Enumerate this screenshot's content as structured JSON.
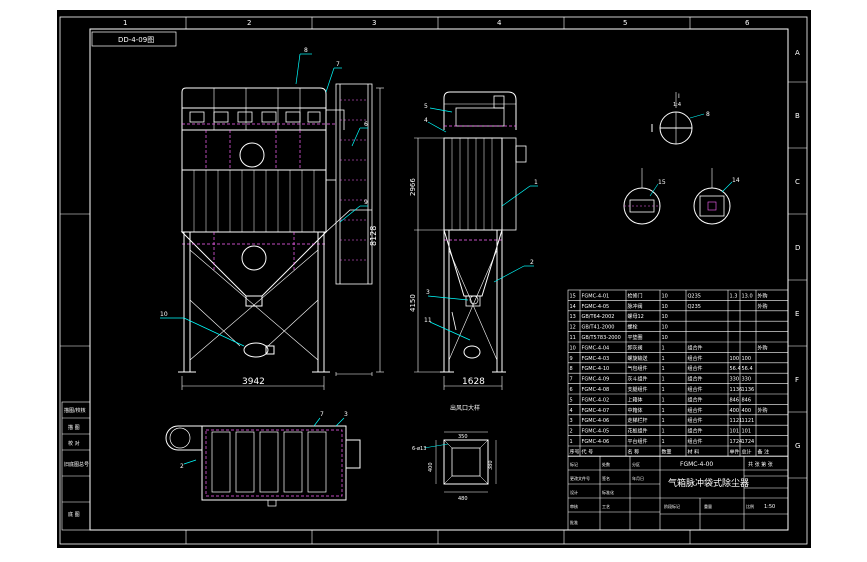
{
  "sheet": {
    "top_zone_labels": [
      "1",
      "2",
      "3",
      "4",
      "5",
      "6"
    ],
    "right_zone_labels": [
      "A",
      "B",
      "C",
      "D",
      "E",
      "F",
      "G"
    ],
    "corner_code": "DD-4-09图"
  },
  "front_view": {
    "width_dim": "3942",
    "height_dim": "8128",
    "part_labels": [
      "8",
      "7",
      "6",
      "9",
      "10"
    ]
  },
  "side_view": {
    "width_dim": "1628",
    "height_dim_upper": "2966",
    "height_dim_lower": "4150",
    "part_labels": [
      "5",
      "4",
      "1",
      "2",
      "3",
      "11"
    ]
  },
  "plan_view": {
    "part_labels": [
      "2",
      "7",
      "3"
    ]
  },
  "section_view": {
    "title": "出风口大样",
    "hole_label": "6-ø13",
    "dims": [
      "350",
      "380",
      "400",
      "480"
    ]
  },
  "details": {
    "labels": [
      "I",
      "8",
      "15",
      "14"
    ],
    "scale_note": "1:4"
  },
  "side_block": {
    "cells": [
      "描图/校核",
      "描 图",
      "校 对",
      "旧底图总号",
      "底 图"
    ]
  },
  "bom": {
    "rows": [
      [
        "15",
        "FGMC-4-01",
        "检修门",
        "10",
        "Q235",
        "1.3",
        "13.0",
        "外购"
      ],
      [
        "14",
        "FGMC-4-05",
        "脉冲阀",
        "10",
        "Q235",
        "",
        "",
        "外购"
      ],
      [
        "13",
        "GB/T64-2002",
        "螺母12",
        "10",
        "",
        "",
        "",
        ""
      ],
      [
        "12",
        "GB/T41-2000",
        "螺栓",
        "10",
        "",
        "",
        "",
        ""
      ],
      [
        "11",
        "GB/T5783-2000",
        "平垫圈",
        "10",
        "",
        "",
        "",
        ""
      ],
      [
        "10",
        "FGMC-4-04",
        "卸灰阀",
        "1",
        "组合件",
        "",
        "",
        "外购"
      ],
      [
        "9",
        "FGMC-4-03",
        "螺旋输送",
        "1",
        "组合件",
        "100",
        "100",
        ""
      ],
      [
        "8",
        "FGMC-4-10",
        "气包组件",
        "1",
        "组合件",
        "56.4",
        "56.4",
        ""
      ],
      [
        "7",
        "FGMC-4-09",
        "灰斗组件",
        "1",
        "组合件",
        "330",
        "330",
        ""
      ],
      [
        "6",
        "FGMC-4-08",
        "支腿组件",
        "1",
        "组合件",
        "1136",
        "1136",
        ""
      ],
      [
        "5",
        "FGMC-4-02",
        "上箱体",
        "1",
        "组合件",
        "846",
        "846",
        ""
      ],
      [
        "4",
        "FGMC-4-07",
        "中箱体",
        "1",
        "组合件",
        "400",
        "400",
        "外购"
      ],
      [
        "3",
        "FGMC-4-06",
        "走梯栏杆",
        "1",
        "组合件",
        "1121",
        "1121",
        ""
      ],
      [
        "2",
        "FGMC-4-05",
        "花板组件",
        "1",
        "组合件",
        "101",
        "101",
        ""
      ],
      [
        "1",
        "FGMC-4-06",
        "平台组件",
        "1",
        "组合件",
        "1724",
        "1724",
        ""
      ]
    ],
    "header": [
      "序号",
      "代 号",
      "名 称",
      "数量",
      "材 料",
      "单件",
      "总计",
      "备 注"
    ]
  },
  "title_block": {
    "drawing_title": "气箱脉冲袋式除尘器",
    "drawing_number": "FGMC-4-00",
    "scale": "1:50",
    "sheet_info": "共 张 第 张",
    "labels": [
      "标记",
      "处数",
      "分区",
      "更改文件号",
      "签名",
      "年月日",
      "设计",
      "标准化",
      "审核",
      "工艺",
      "批准",
      "阶段标记",
      "重量",
      "比例"
    ]
  }
}
